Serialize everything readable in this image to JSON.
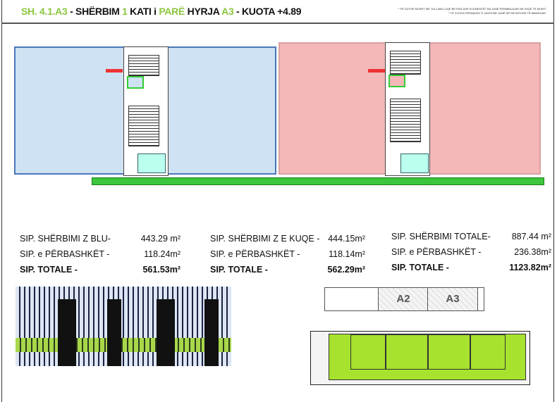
{
  "header": {
    "code": "SH. 4.1.A3",
    "sep1": " - SHËRBIM ",
    "floor_num": "1",
    "kati": " KATI i ",
    "pare": "PARË",
    "hyrja": " HYRJA ",
    "entrance": "A3",
    "kuota": " - KUOTA +4.89",
    "notes": [
      "* TË GJITHË MURET ME TULLABLLOQE BETONI DHE ELEMENTËT BA JANË PËRMBAJUAR NË FAQE TË MURIT.",
      "* TË GJITHA PËRMASAT E JASHTME JANË NË RIFINITURË TË MBARUAR."
    ]
  },
  "colors": {
    "blue_zone": "#cfe2f3",
    "red_zone": "#f4b8b8",
    "green": "#8cc63f"
  },
  "stats": [
    {
      "rows": [
        {
          "label": "SIP. SHËRBIMI Z BLU-",
          "value": "443.29 m²"
        },
        {
          "label": "SIP. e PËRBASHKËT -",
          "value": "118.24m²"
        },
        {
          "label": "SIP. TOTALE -",
          "value": "561.53m²",
          "bold": true
        }
      ]
    },
    {
      "rows": [
        {
          "label": "SIP. SHËRBIMI Z E KUQE -",
          "value": "444.15m²"
        },
        {
          "label": "SIP. e PËRBASHKËT -",
          "value": "118.14m²"
        },
        {
          "label": "SIP. TOTALE -",
          "value": "562.29m²",
          "bold": true
        }
      ]
    },
    {
      "rows": [
        {
          "label": "SIP. SHËRBIMI TOTALE-",
          "value": "887.44 m²"
        },
        {
          "label": "SIP. e PËRBASHKËT -",
          "value": "236.38m²"
        },
        {
          "label": "SIP. TOTALE -",
          "value": "1123.82m²",
          "bold": true
        }
      ]
    }
  ],
  "keyplan": {
    "a2": "A2",
    "a3": "A3"
  }
}
